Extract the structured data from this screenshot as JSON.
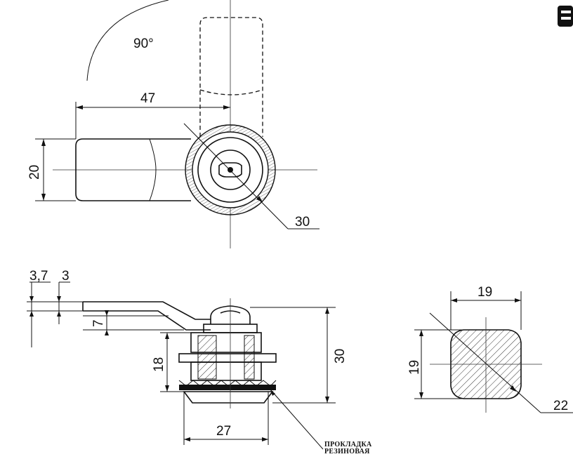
{
  "top_view": {
    "angle_label": "90°",
    "width_dim": "47",
    "height_dim": "20",
    "diameter_dim": "30"
  },
  "side_view": {
    "dim_offset_a": "3,7",
    "dim_offset_b": "3",
    "dim_seven": "7",
    "dim_thread": "18",
    "dim_total_height": "30",
    "dim_base_width": "27",
    "gasket_label_line1": "ПРОКЛАДКА",
    "gasket_label_line2": "РЕЗИНОВАЯ"
  },
  "section_view": {
    "width_dim": "19",
    "height_dim": "19",
    "diagonal_dim": "22"
  }
}
